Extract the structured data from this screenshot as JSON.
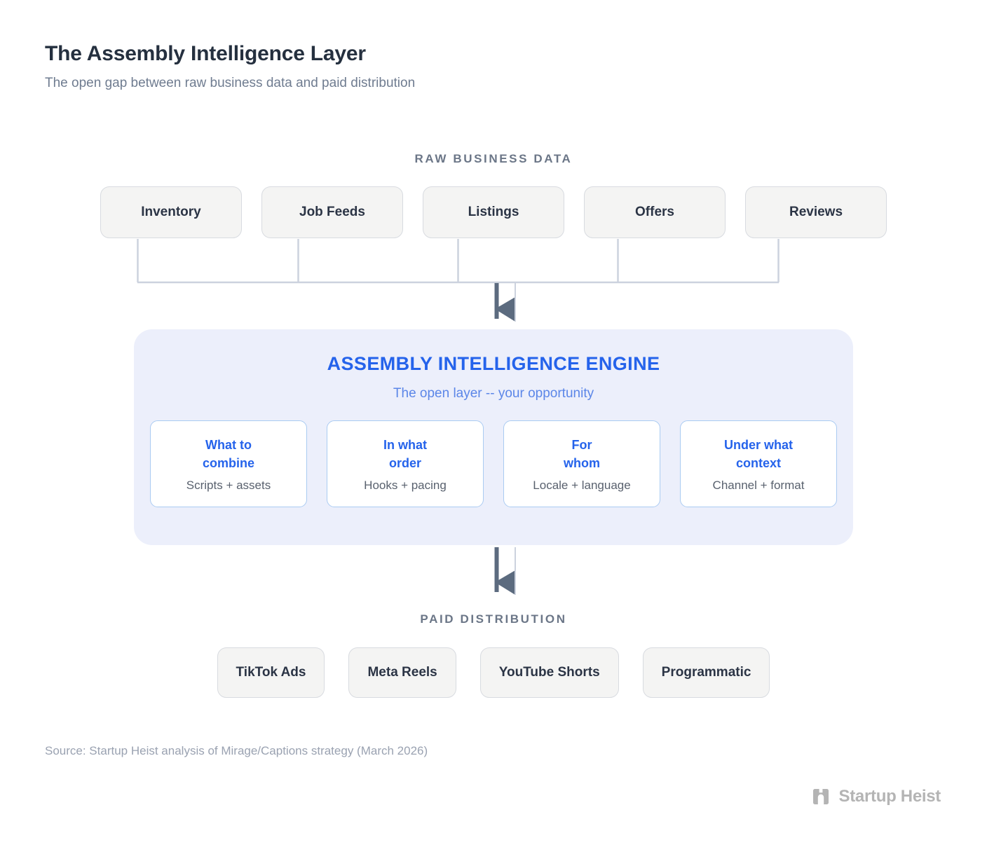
{
  "header": {
    "title": "The Assembly Intelligence Layer",
    "subtitle": "The open gap between raw business data and paid distribution"
  },
  "raw_section": {
    "label": "RAW BUSINESS DATA",
    "items": [
      {
        "label": "Inventory"
      },
      {
        "label": "Job Feeds"
      },
      {
        "label": "Listings"
      },
      {
        "label": "Offers"
      },
      {
        "label": "Reviews"
      }
    ]
  },
  "engine": {
    "title": "ASSEMBLY INTELLIGENCE ENGINE",
    "subtitle": "The open layer -- your opportunity",
    "cards": [
      {
        "title": "What to\ncombine",
        "sub": "Scripts + assets"
      },
      {
        "title": "In what\norder",
        "sub": "Hooks + pacing"
      },
      {
        "title": "For\nwhom",
        "sub": "Locale + language"
      },
      {
        "title": "Under what\ncontext",
        "sub": "Channel + format"
      }
    ]
  },
  "paid_section": {
    "label": "PAID DISTRIBUTION",
    "items": [
      {
        "label": "TikTok Ads"
      },
      {
        "label": "Meta Reels"
      },
      {
        "label": "YouTube Shorts"
      },
      {
        "label": "Programmatic"
      }
    ]
  },
  "footer": {
    "source": "Source: Startup Heist analysis of Mirage/Captions strategy (March 2026)",
    "brand_name": "Startup Heist"
  },
  "colors": {
    "accent_blue": "#2563eb",
    "engine_panel": "#eceffb",
    "chip_fill": "#f4f4f3",
    "chip_border": "#d8dbe0",
    "label_gray": "#6b7687",
    "connector_light": "#ccd2de",
    "connector_dark": "#5c6b7f"
  }
}
